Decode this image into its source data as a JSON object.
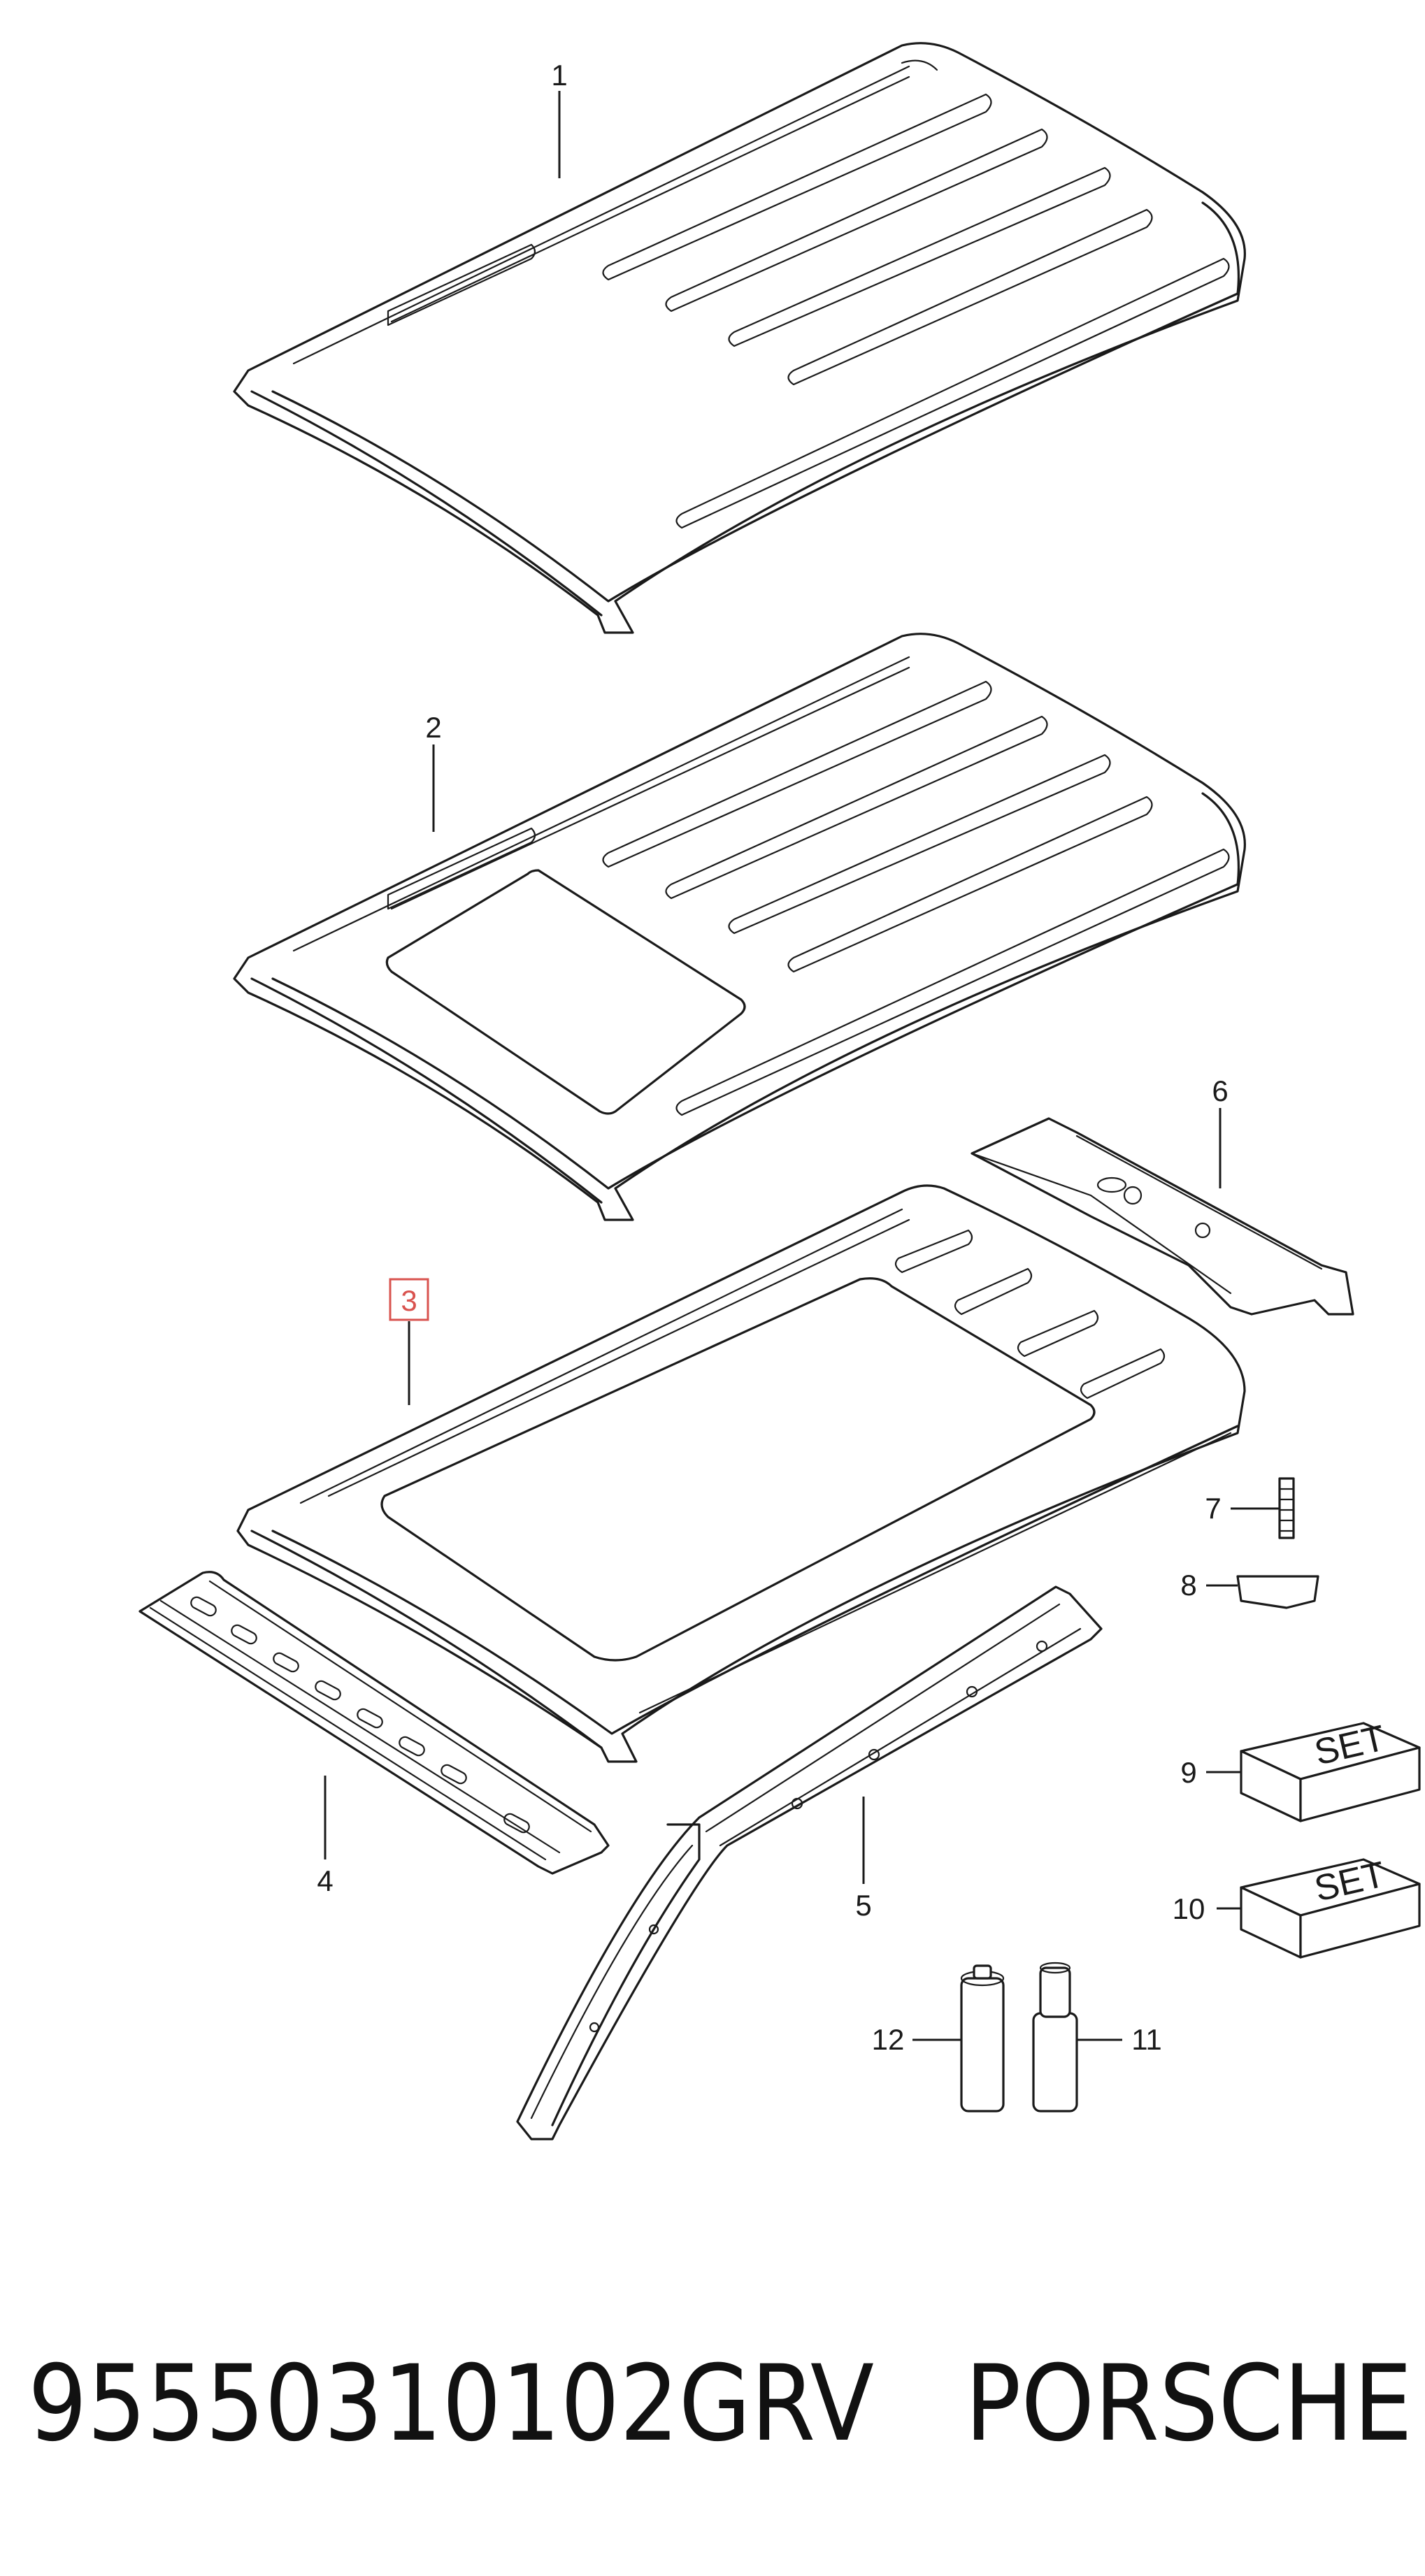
{
  "callouts": {
    "c1": "1",
    "c2": "2",
    "c3": "3",
    "c4": "4",
    "c5": "5",
    "c6": "6",
    "c7": "7",
    "c8": "8",
    "c9": "9",
    "c10": "10",
    "c11": "11",
    "c12": "12"
  },
  "set_labels": {
    "set9": "SET",
    "set10": "SET"
  },
  "footer": {
    "part_number": "95550310102GRV",
    "brand": "PORSCHE"
  },
  "colors": {
    "line": "#1a1a1a",
    "highlight": "#d9534f",
    "background": "#ffffff"
  }
}
